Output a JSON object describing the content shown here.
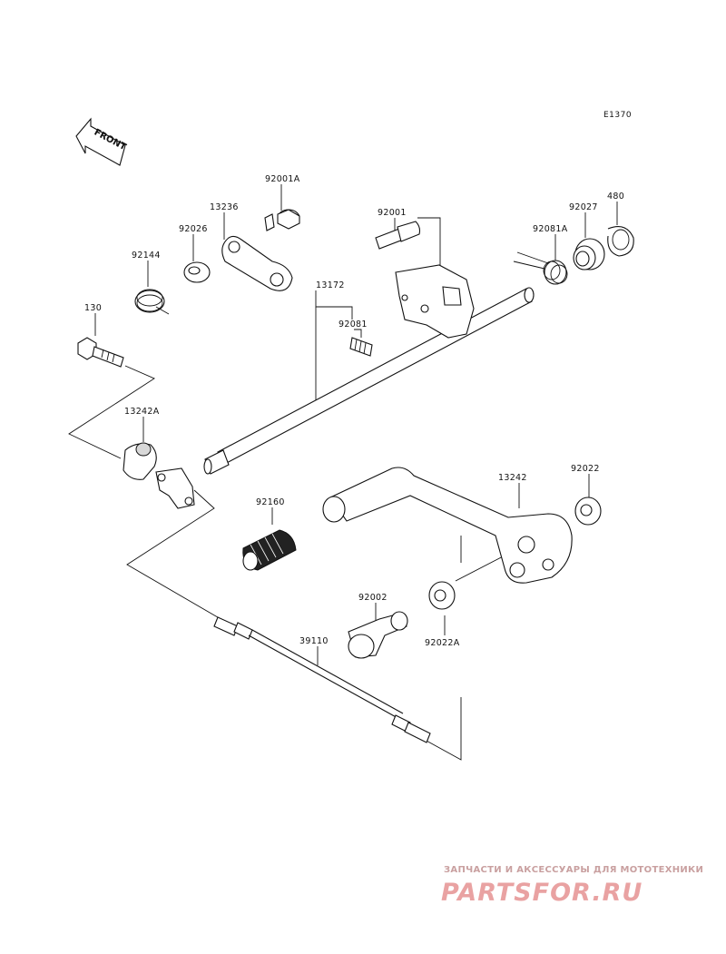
{
  "diagram_code": "E1370",
  "front_marker": "FRONT",
  "parts": {
    "p92001A": "92001A",
    "p13236": "13236",
    "p92026": "92026",
    "p92144": "92144",
    "p130": "130",
    "p13242A": "13242A",
    "p13172": "13172",
    "p92081": "92081",
    "p92001": "92001",
    "p92081A": "92081A",
    "p92027": "92027",
    "p480": "480",
    "p13242": "13242",
    "p92022": "92022",
    "p92160": "92160",
    "p92002": "92002",
    "p92022A": "92022A",
    "p39110": "39110"
  },
  "watermark": {
    "line": "ЗАПЧАСТИ И АКСЕССУАРЫ ДЛЯ МОТОТЕХНИКИ",
    "logo": "PARTSFOR.RU"
  },
  "colors": {
    "ink": "#111111",
    "watermark": "#e9a2a2"
  }
}
